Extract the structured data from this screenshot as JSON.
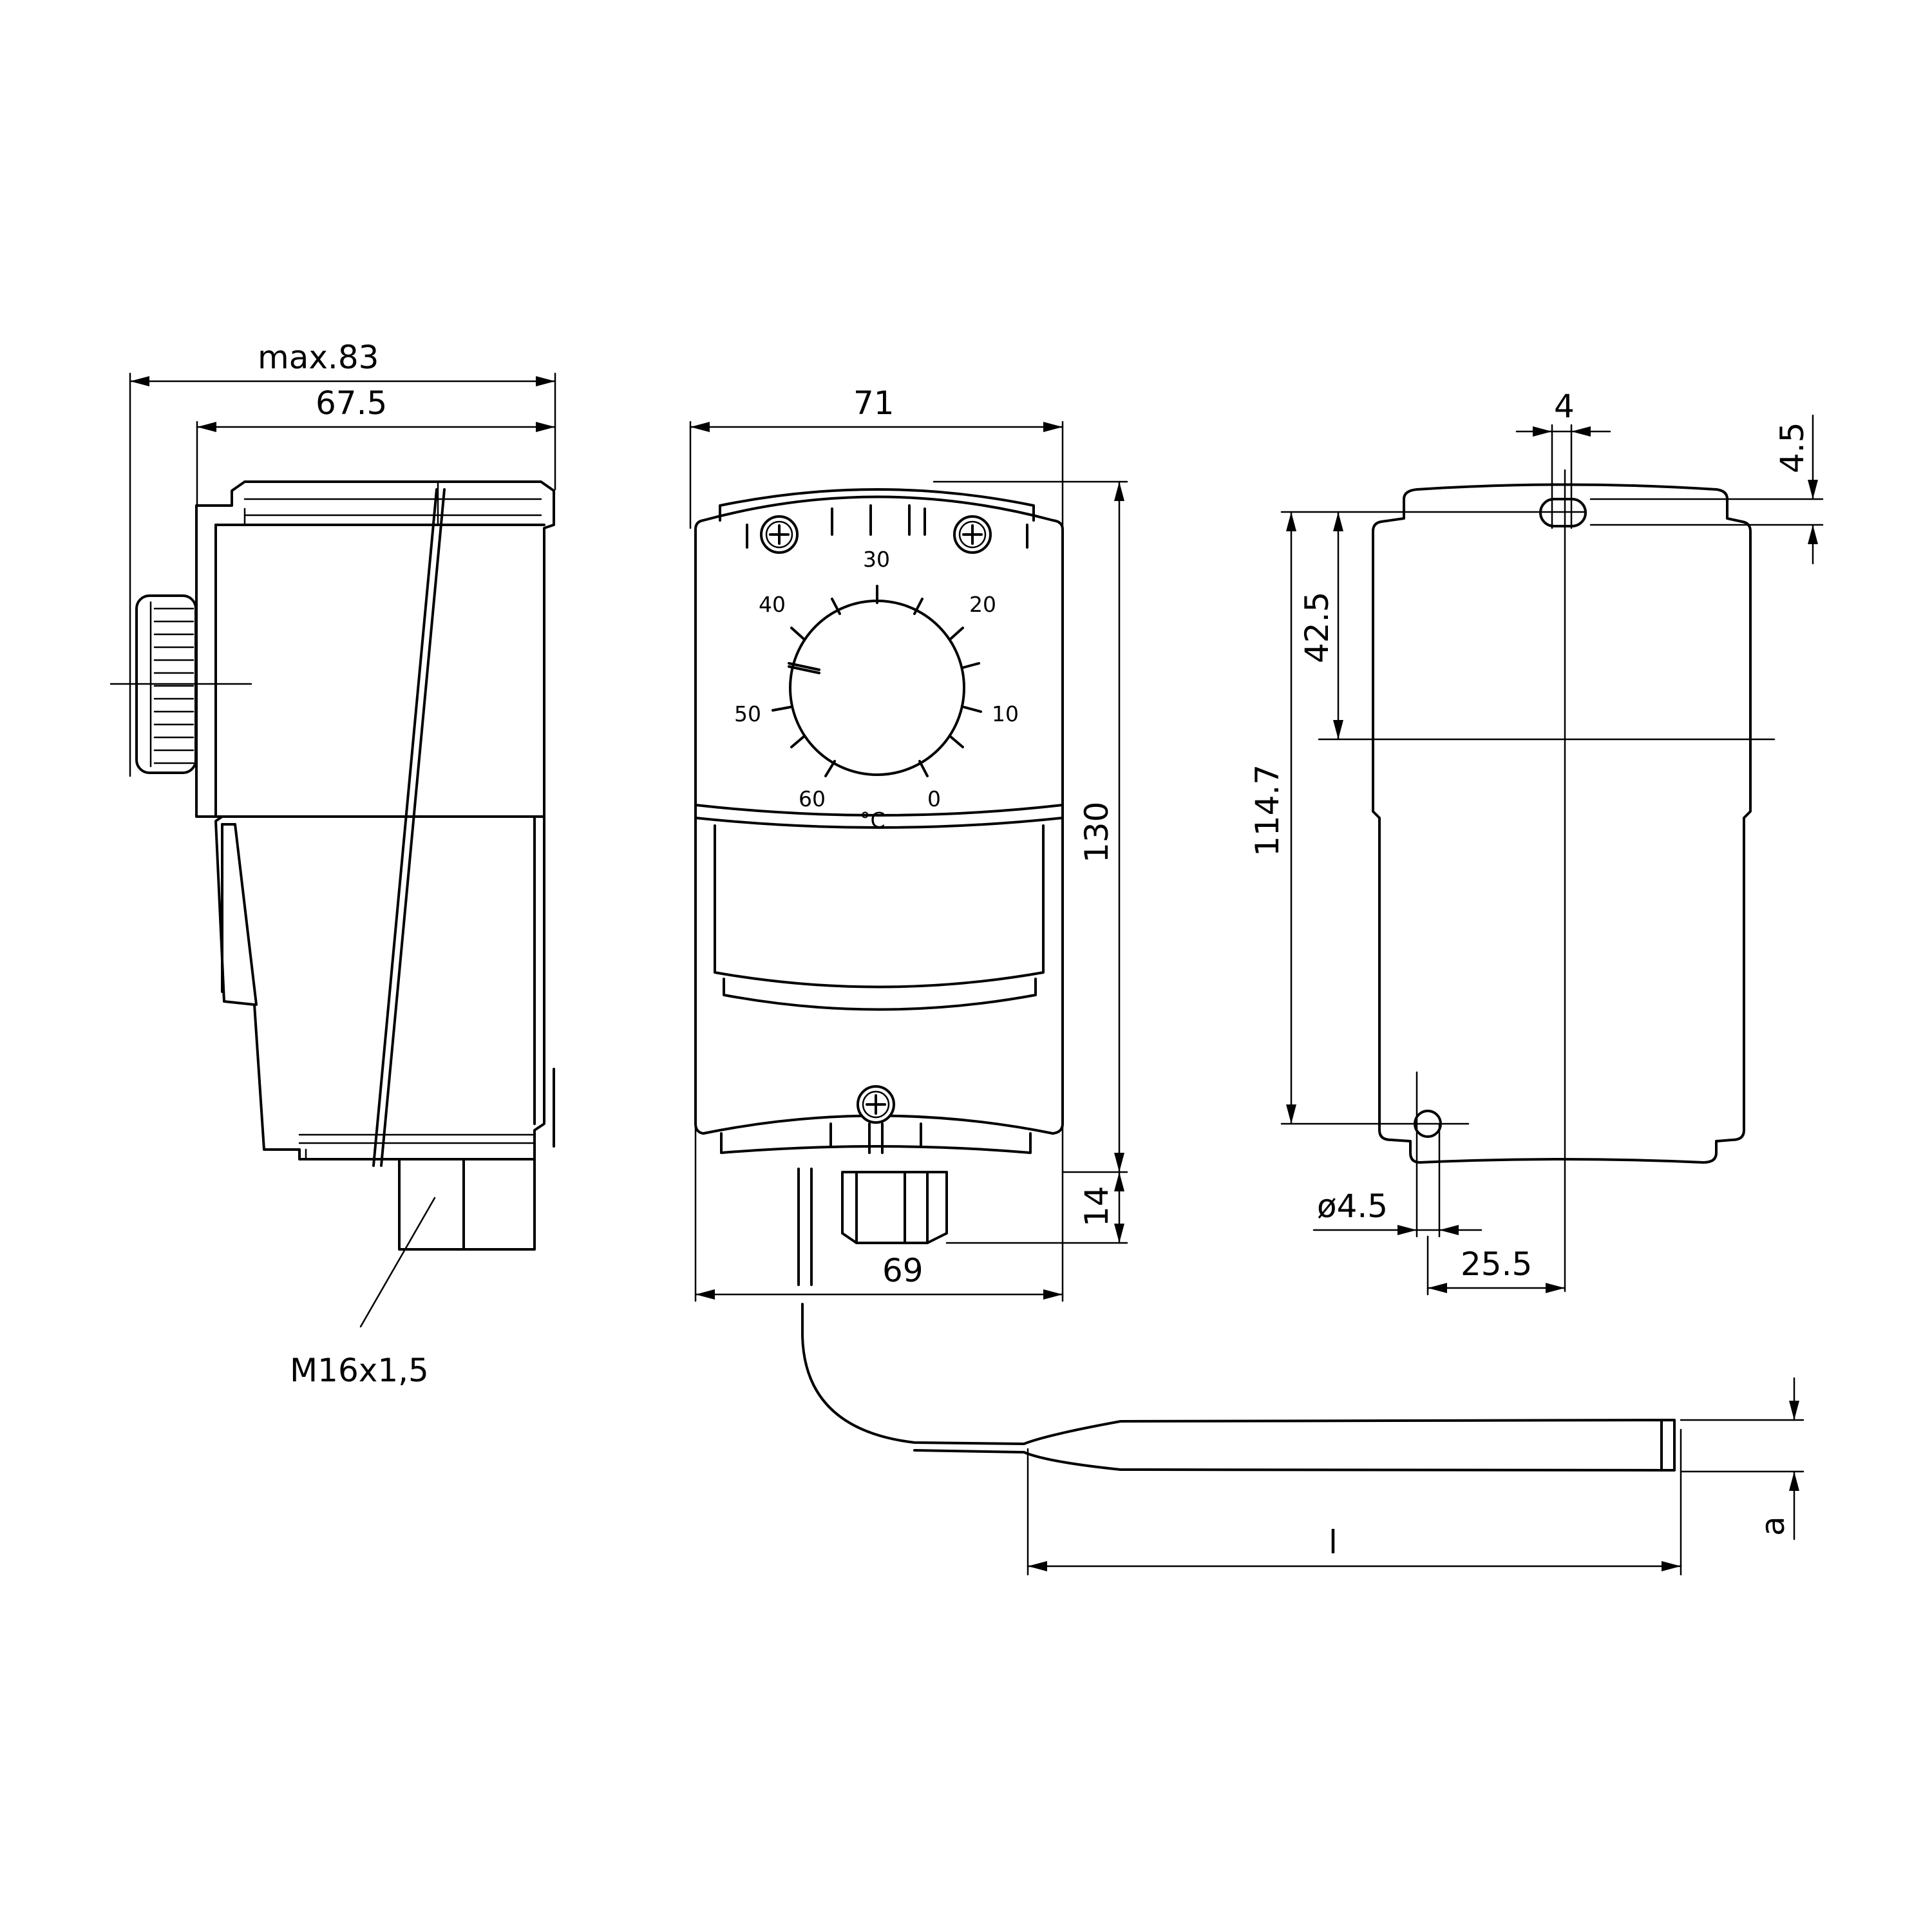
{
  "dimensions": {
    "side_max_width": "max.83",
    "side_width": "67.5",
    "thread": "M16x1,5",
    "front_width": "71",
    "front_height": "130",
    "nut_height": "14",
    "base_width": "69",
    "slot_width": "4",
    "slot_offset": "4.5",
    "hole_to_center": "42.5",
    "hole_spacing": "114.7",
    "hole_diameter": "ø4.5",
    "hole_offset": "25.5",
    "probe_length": "l",
    "probe_diameter": "a"
  },
  "dial": {
    "labels": [
      "0",
      "10",
      "20",
      "30",
      "40",
      "50",
      "60"
    ],
    "unit": "°C"
  }
}
